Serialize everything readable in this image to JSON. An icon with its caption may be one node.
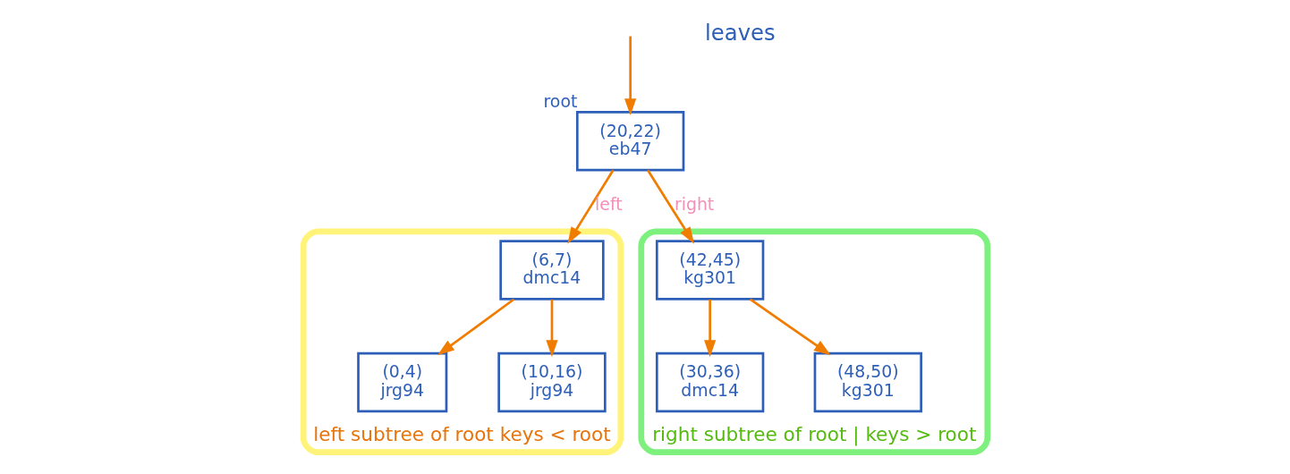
{
  "diagram": {
    "nodes": [
      {
        "text": [
          "(20,22)",
          "eb47"
        ],
        "beside": [
          "root"
        ]
      },
      {
        "text": [
          "left subtree of root keys < root"
        ]
      },
      {
        "text": [
          "(6,7)",
          "dmc14"
        ],
        "in": 1
      },
      {
        "text": [
          "(0,4)",
          "jrg94"
        ],
        "in": 1
      },
      {
        "text": [
          "(10,16)",
          "jrg94"
        ],
        "in": 1
      },
      {
        "text": [
          "right subtree of root | keys > root"
        ]
      },
      {
        "text": [
          "(42,45)",
          "kg301"
        ],
        "in": 5
      },
      {
        "text": [
          "(30,36)",
          "dmc14"
        ],
        "in": 5
      },
      {
        "text": [
          "(48,50)",
          "kg301"
        ],
        "in": 5
      }
    ],
    "edges": [
      {
        "from": null,
        "to": 0,
        "arrow": "to"
      },
      {
        "from": 0,
        "to": 2,
        "arrow": "to",
        "label": "left"
      },
      {
        "from": 0,
        "to": 6,
        "arrow": "to",
        "label": "right"
      },
      {
        "from": 2,
        "to": 3,
        "arrow": "to"
      },
      {
        "from": 2,
        "to": 4,
        "arrow": "to"
      },
      {
        "from": 6,
        "to": 7,
        "arrow": "to"
      },
      {
        "from": 6,
        "to": 8,
        "arrow": "to"
      }
    ],
    "labels": [
      "leaves"
    ]
  }
}
